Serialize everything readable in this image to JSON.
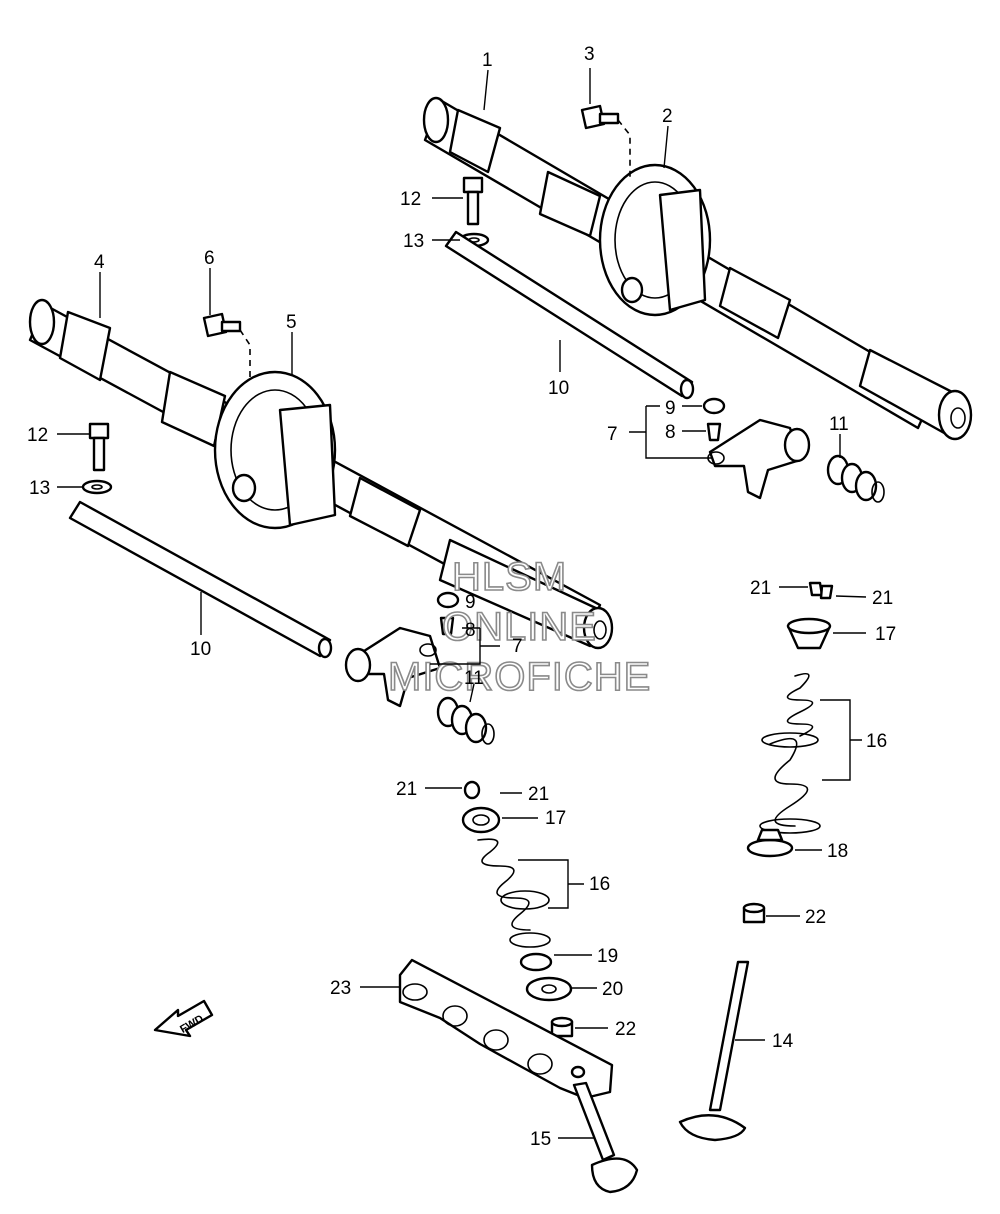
{
  "watermark": [
    "HLSM",
    "ONLINE",
    "MICROFICHE"
  ],
  "direction_label": "FWD",
  "callouts": [
    "1",
    "2",
    "3",
    "4",
    "5",
    "6",
    "7",
    "7",
    "8",
    "8",
    "9",
    "9",
    "10",
    "10",
    "11",
    "11",
    "12",
    "12",
    "13",
    "13",
    "14",
    "15",
    "16",
    "16",
    "17",
    "17",
    "18",
    "19",
    "20",
    "21",
    "21",
    "21",
    "21",
    "22",
    "22",
    "23"
  ],
  "colors": {
    "line": "#000000",
    "background": "#ffffff",
    "watermark_outline": "#8a8a8a"
  }
}
